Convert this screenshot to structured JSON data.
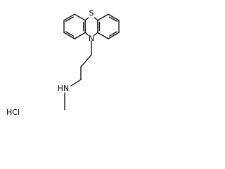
{
  "molecule": {
    "atoms": {
      "sulfur": "S",
      "ring_nitrogen": "N",
      "amine": "HN",
      "salt": "HCl"
    }
  }
}
